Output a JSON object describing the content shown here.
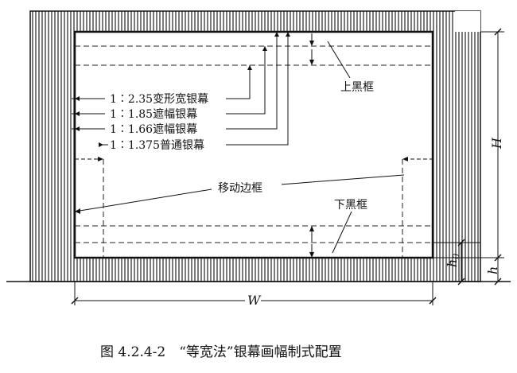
{
  "diagram": {
    "labels": {
      "ratio_235": "1∶2.35变形宽银幕",
      "ratio_185": "1∶1.85遮幅银幕",
      "ratio_166": "1∶1.66遮幅银幕",
      "ratio_1375": "1∶1.375普通银幕",
      "top_frame": "上黑框",
      "bottom_frame": "下黑框",
      "moving_frame": "移动边框",
      "height": "H",
      "width": "W",
      "h": "h",
      "h0_base": "h",
      "h0_sub": "0"
    },
    "caption": "图 4.2.4-2　“等宽法”银幕画幅制式配置"
  }
}
